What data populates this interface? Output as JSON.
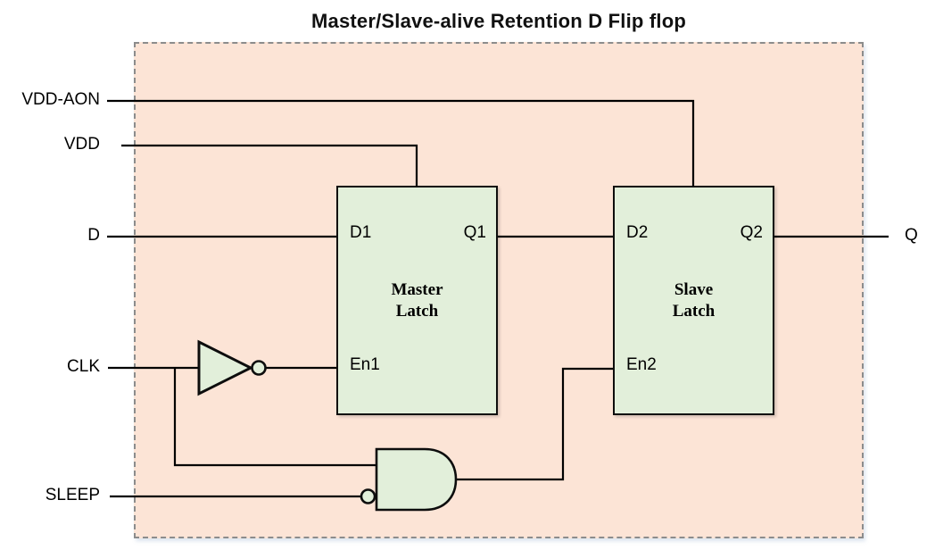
{
  "title": "Master/Slave-alive Retention D Flip flop",
  "signals": {
    "vdd_aon": "VDD-AON",
    "vdd": "VDD",
    "d": "D",
    "clk": "CLK",
    "sleep": "SLEEP",
    "q": "Q"
  },
  "master_latch": {
    "name_line1": "Master",
    "name_line2": "Latch",
    "ports": {
      "data_in": "D1",
      "data_out": "Q1",
      "enable": "En1"
    }
  },
  "slave_latch": {
    "name_line1": "Slave",
    "name_line2": "Latch",
    "ports": {
      "data_in": "D2",
      "data_out": "Q2",
      "enable": "En2"
    }
  },
  "icons": {
    "inverter": "not-gate",
    "and_gate": "and-gate",
    "inversion_bubble": "inversion-bubble"
  },
  "colors": {
    "canvas_background": "#ffffff",
    "cell_background": "#fce4d6",
    "cell_dashed_border": "#8c8c8c",
    "latch_fill": "#e2efda",
    "outline": "#000000",
    "text": "#000000"
  }
}
